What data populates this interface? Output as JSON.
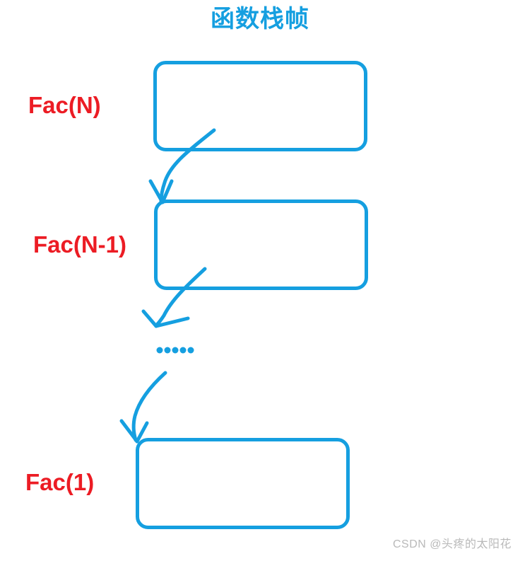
{
  "page": {
    "title": "函数栈帧",
    "background_color": "#ffffff",
    "accent_color": "#159FE0",
    "label_color": "#EC1C24",
    "watermark_color": "#b9b9b9"
  },
  "diagram": {
    "type": "stack-frame-recursion",
    "title": "函数栈帧",
    "frames": [
      {
        "label": "Fac(N)",
        "box_name": "stack-frame-box-fac-n"
      },
      {
        "label": "Fac(N-1)",
        "box_name": "stack-frame-box-fac-n-1"
      },
      {
        "label": "Fac(1)",
        "box_name": "stack-frame-box-fac-1"
      }
    ],
    "ellipsis": "•••••",
    "ellipsis_dot_count": 5,
    "arrow_count": 3,
    "arrow_labels": [
      "递归调用箭头1",
      "递归调用箭头2",
      "递归调用箭头3"
    ]
  },
  "watermark": {
    "text": "CSDN @头疼的太阳花"
  }
}
